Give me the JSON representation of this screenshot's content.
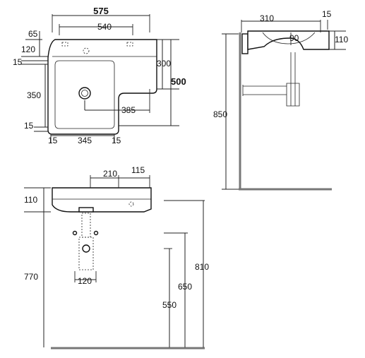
{
  "top_view": {
    "overall_width": "575",
    "inner_width": "540",
    "back_depth": "65",
    "deck_depth": "120",
    "rim_top": "15",
    "bowl_depth": "350",
    "rim_bottom": "15",
    "right_depth": "300",
    "overall_depth": "500",
    "waste_offset": "385",
    "rim_left": "15",
    "bowl_width": "345",
    "rim_right": "15"
  },
  "side_view": {
    "depth": "310",
    "rim": "15",
    "bowl_height": "90",
    "height": "110",
    "rim_height": "850"
  },
  "front_view": {
    "deck_left": "210",
    "deck_right": "115",
    "height": "110",
    "trap_width": "120",
    "trap_floor_height": "770",
    "floor_550": "550",
    "floor_650": "650",
    "floor_810": "810"
  }
}
